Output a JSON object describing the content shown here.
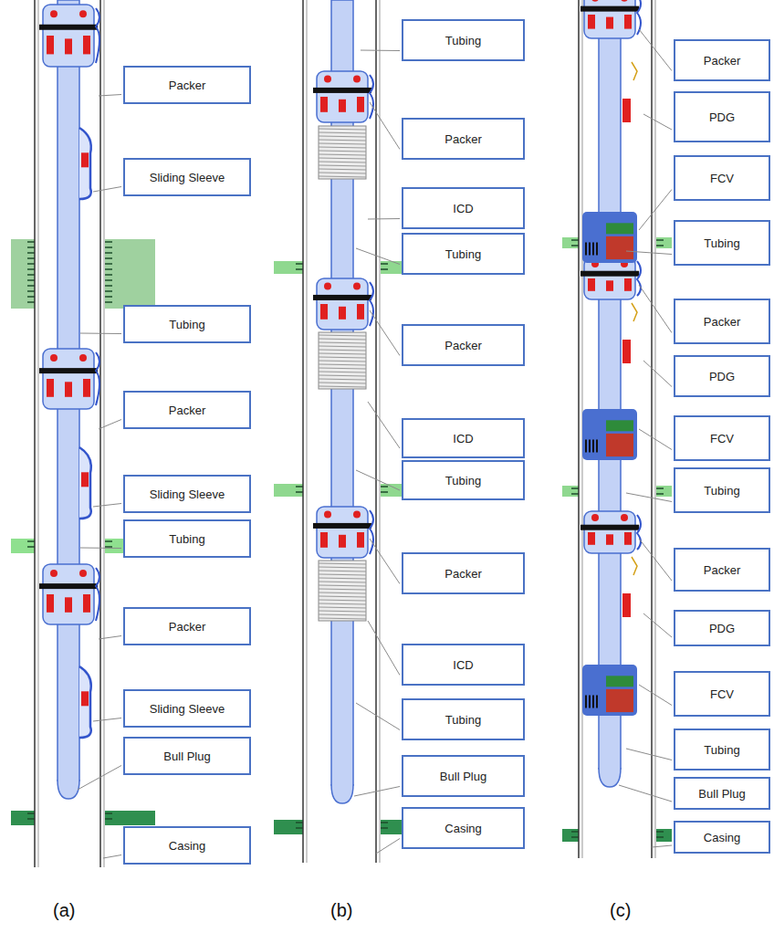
{
  "diagram": {
    "nodes": [
      {
        "text": [
          "Packer"
        ]
      },
      {
        "text": [
          "Sliding Sleeve"
        ]
      },
      {
        "text": [
          "Tubing"
        ]
      },
      {
        "text": [
          "Packer"
        ]
      },
      {
        "text": [
          "Sliding Sleeve"
        ]
      },
      {
        "text": [
          "Tubing"
        ]
      },
      {
        "text": [
          "Packer"
        ]
      },
      {
        "text": [
          "Sliding Sleeve"
        ]
      },
      {
        "text": [
          "Bull Plug"
        ]
      },
      {
        "text": [
          "Casing"
        ]
      },
      {
        "text": [
          "Tubing"
        ]
      },
      {
        "text": [
          "Packer"
        ]
      },
      {
        "text": [
          "ICD"
        ]
      },
      {
        "text": [
          "Tubing"
        ]
      },
      {
        "text": [
          "Packer"
        ]
      },
      {
        "text": [
          "ICD"
        ]
      },
      {
        "text": [
          "Tubing"
        ]
      },
      {
        "text": [
          "Packer"
        ]
      },
      {
        "text": [
          "ICD"
        ]
      },
      {
        "text": [
          "Tubing"
        ]
      },
      {
        "text": [
          "Bull Plug"
        ]
      },
      {
        "text": [
          "Casing"
        ]
      },
      {
        "text": [
          "Packer"
        ]
      },
      {
        "text": [
          "PDG"
        ]
      },
      {
        "text": [
          "FCV"
        ]
      },
      {
        "text": [
          "Tubing"
        ]
      },
      {
        "text": [
          "Packer"
        ]
      },
      {
        "text": [
          "PDG"
        ]
      },
      {
        "text": [
          "FCV"
        ]
      },
      {
        "text": [
          "Tubing"
        ]
      },
      {
        "text": [
          "Packer"
        ]
      },
      {
        "text": [
          "PDG"
        ]
      },
      {
        "text": [
          "FCV"
        ]
      },
      {
        "text": [
          "Tubing"
        ]
      },
      {
        "text": [
          "Bull Plug"
        ]
      },
      {
        "text": [
          "Casing"
        ]
      }
    ],
    "labels": [
      "(a)",
      "(b)",
      "(c)"
    ]
  }
}
